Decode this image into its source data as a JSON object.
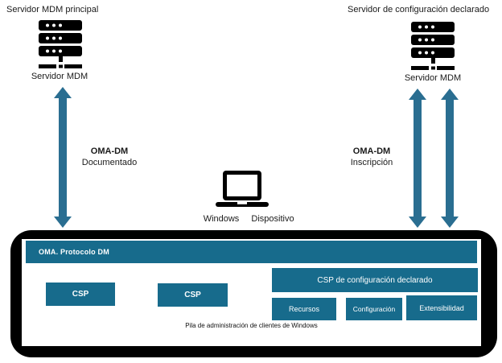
{
  "left_server": {
    "title": "Servidor MDM principal",
    "label": "Servidor MDM"
  },
  "right_server": {
    "title": "Servidor de configuración declarado",
    "label": "Servidor MDM"
  },
  "left_channel": {
    "protocol": "OMA-DM",
    "mode": "Documentado"
  },
  "right_channel": {
    "protocol": "OMA-DM",
    "mode": "Inscripción"
  },
  "device": {
    "os": "Windows",
    "type": "Dispositivo"
  },
  "client_stack": {
    "protocol_bar": "OMA. Protocolo DM",
    "csp_boxes": [
      "CSP",
      "CSP"
    ],
    "declared_csp": "CSP de configuración declarado",
    "declared_children": [
      "Recursos",
      "Configuración",
      "Extensibilidad"
    ],
    "caption": "Pila de administración de clientes de Windows"
  },
  "colors": {
    "teal": "#176b8c",
    "arrow": "#2a6e91",
    "frame": "#000000"
  }
}
